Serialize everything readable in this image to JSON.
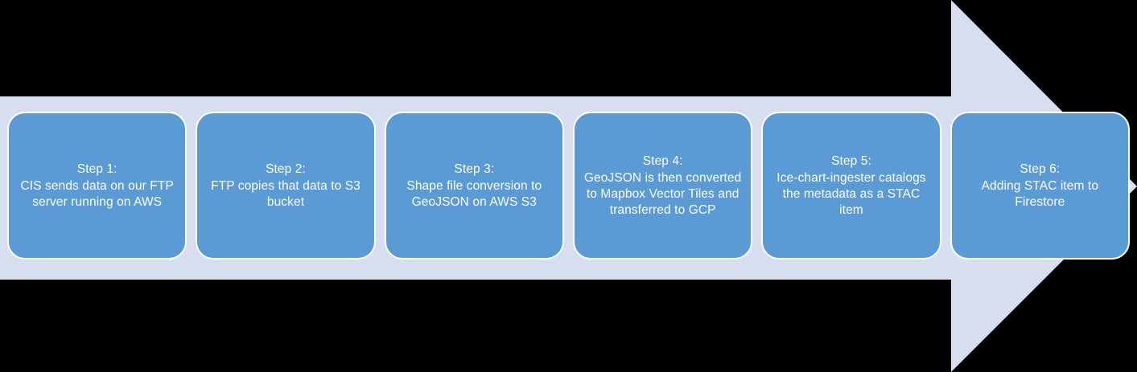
{
  "diagram": {
    "type": "process-flow-arrow",
    "title": "",
    "colors": {
      "background": "#000000",
      "arrow_fill": "#D6DEEF",
      "box_fill": "#5B9BD5",
      "box_border": "#FFFFFF",
      "text": "#FFFFFF"
    },
    "steps": [
      {
        "title": "Step 1:",
        "description": "CIS sends data on our FTP server running on AWS"
      },
      {
        "title": "Step 2:",
        "description": "FTP copies that data to S3 bucket"
      },
      {
        "title": "Step 3:",
        "description": "Shape file conversion to GeoJSON on AWS S3"
      },
      {
        "title": "Step 4:",
        "description": "GeoJSON is then converted to Mapbox Vector Tiles and transferred to GCP"
      },
      {
        "title": "Step 5:",
        "description": "Ice-chart-ingester catalogs the metadata as a STAC item"
      },
      {
        "title": "Step 6:",
        "description": "Adding STAC item to Firestore"
      }
    ]
  }
}
